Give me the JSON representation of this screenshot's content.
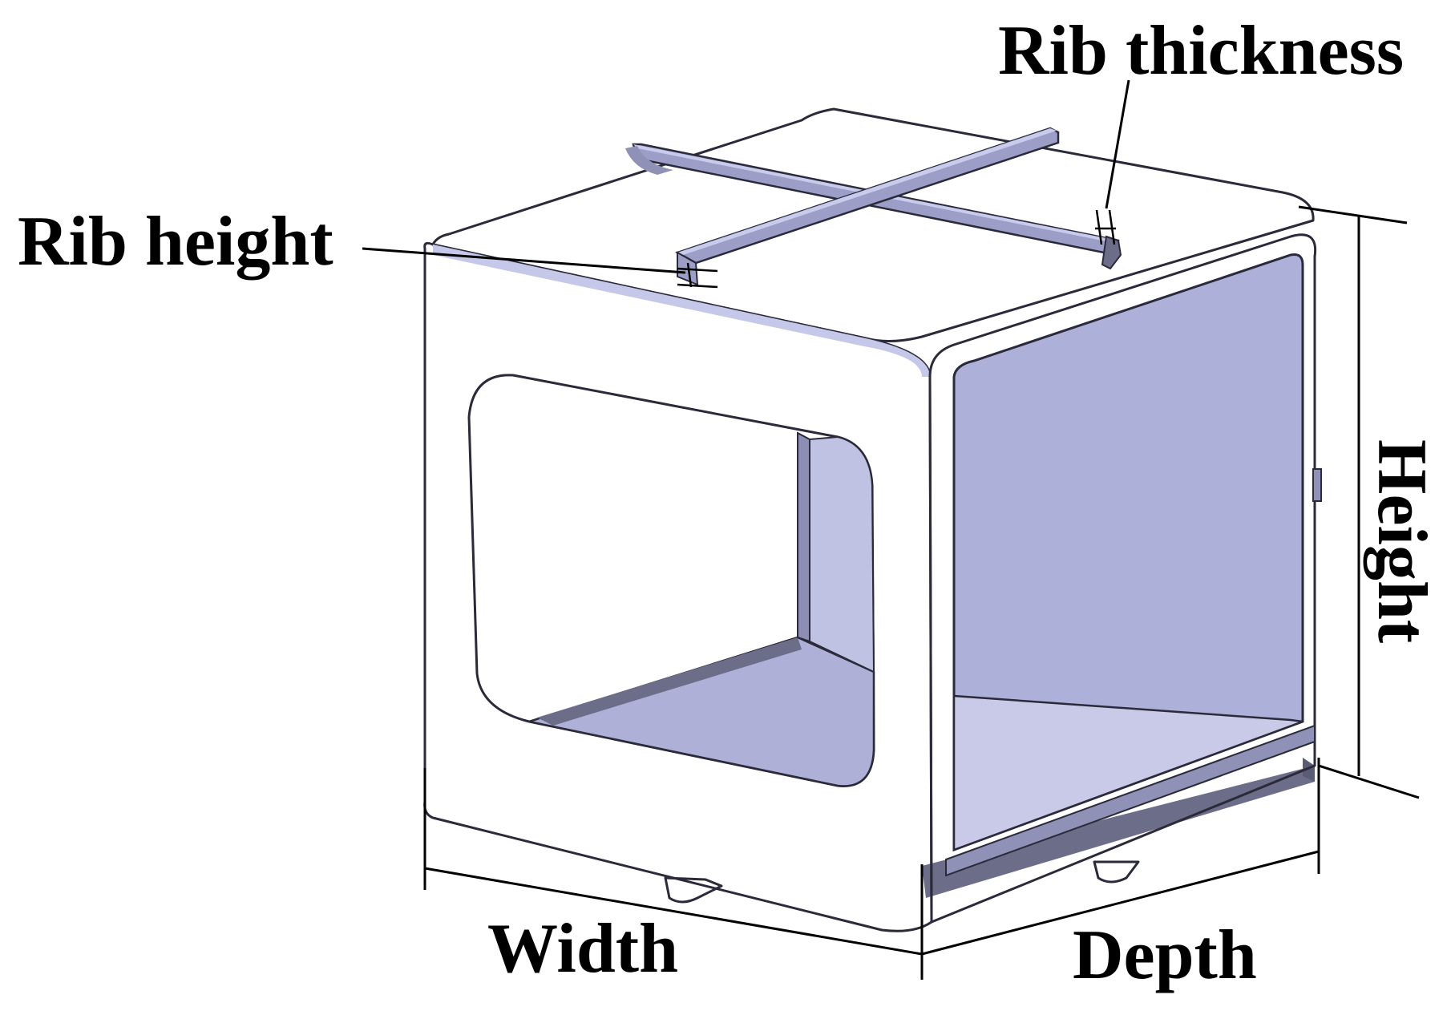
{
  "labels": {
    "rib_thickness": "Rib thickness",
    "rib_height": "Rib height",
    "height": "Height",
    "width": "Width",
    "depth": "Depth"
  },
  "colors": {
    "top_face": "#b4b6dc",
    "front_face": "#b1b3da",
    "side_face": "#aeb0d8",
    "inner_face": "#c3c5e6",
    "dark_edge": "#6c6d88",
    "window": "#ffffff",
    "line": "#000000"
  }
}
